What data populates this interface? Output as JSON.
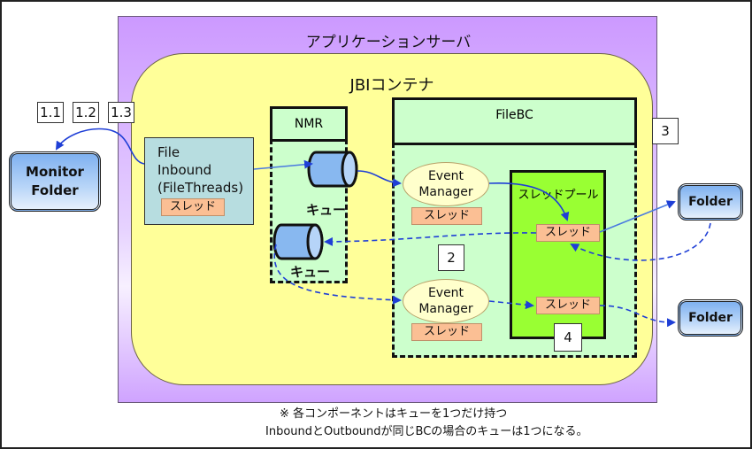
{
  "app_server": {
    "title": "アプリケーションサーバ"
  },
  "jbi_container": {
    "title": "JBIコンテナ"
  },
  "step_labels": {
    "s1_1": "1.1",
    "s1_2": "1.2",
    "s1_3": "1.3",
    "s2": "2",
    "s3": "3",
    "s4": "4"
  },
  "monitor_folder": {
    "line1": "Monitor",
    "line2": "Folder"
  },
  "file_inbound": {
    "line1": "File",
    "line2": "Inbound",
    "line3": "(FileThreads)",
    "thread": "スレッド"
  },
  "nmr": {
    "title": "NMR",
    "queue1_label": "キュー",
    "queue2_label": "キュー"
  },
  "filebc": {
    "title": "FileBC",
    "event_manager_1": {
      "line1": "Event",
      "line2": "Manager",
      "thread": "スレッド"
    },
    "event_manager_2": {
      "line1": "Event",
      "line2": "Manager",
      "thread": "スレッド"
    },
    "thread_pool": {
      "title": "スレッドプール",
      "thread1": "スレッド",
      "thread2": "スレッド"
    }
  },
  "external_folders": {
    "folder1": "Folder",
    "folder2": "Folder"
  },
  "notes": {
    "line1": "※ 各コンポーネントはキューを1つだけ持つ",
    "line2": "InboundとOutboundが同じBCの場合のキューは1つになる。"
  },
  "colors": {
    "arrow": "#1f3fd6",
    "app_server": "#cc99ff",
    "container": "#ffff99",
    "component": "#ccffcc",
    "pool": "#99ff33",
    "thread": "#fbbf94"
  }
}
